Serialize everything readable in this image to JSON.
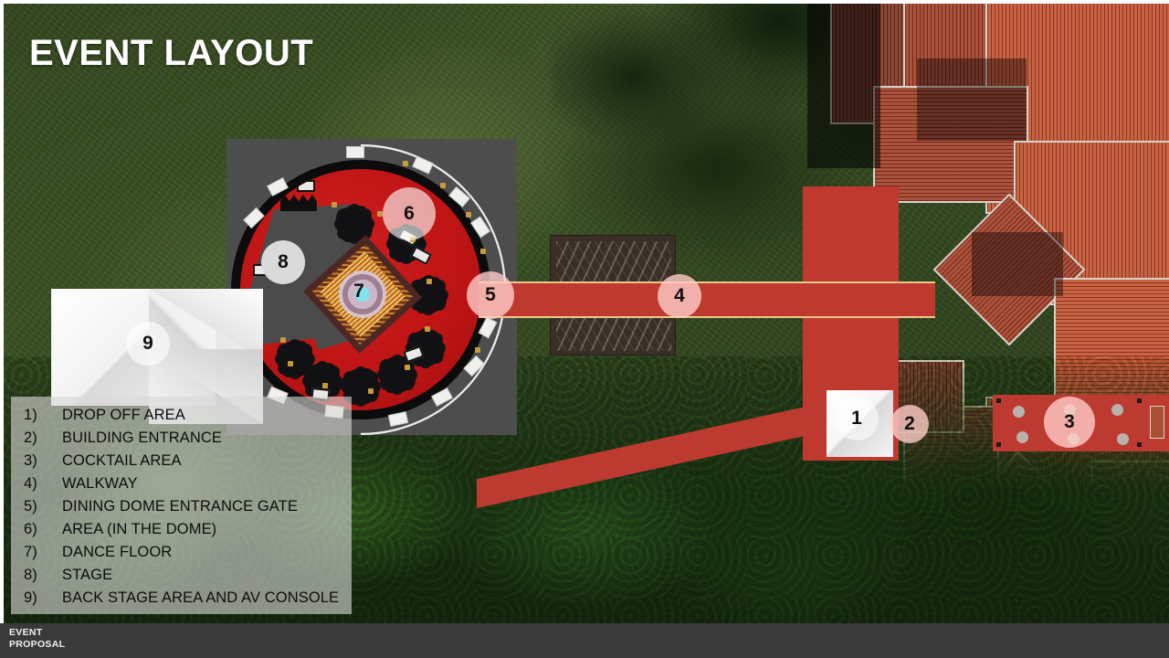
{
  "slide": {
    "title": "EVENT LAYOUT",
    "footer_line1": "EVENT",
    "footer_line2": "PROPOSAL"
  },
  "legend": {
    "items": [
      {
        "num": "1)",
        "label": "DROP OFF AREA"
      },
      {
        "num": "2)",
        "label": "BUILDING ENTRANCE"
      },
      {
        "num": "3)",
        "label": "COCKTAIL AREA"
      },
      {
        "num": "4)",
        "label": "WALKWAY"
      },
      {
        "num": "5)",
        "label": "DINING DOME ENTRANCE GATE"
      },
      {
        "num": "6)",
        "label": "AREA (IN THE DOME)"
      },
      {
        "num": "7)",
        "label": "DANCE FLOOR"
      },
      {
        "num": "8)",
        "label": "STAGE"
      },
      {
        "num": "9)",
        "label": "BACK STAGE AREA AND AV CONSOLE"
      }
    ]
  },
  "markers": {
    "m1": "1",
    "m2": "2",
    "m3": "3",
    "m4": "4",
    "m5": "5",
    "m6": "6",
    "m7": "7",
    "m8": "8",
    "m9": "9"
  },
  "colors": {
    "walkway_red": "#c0392f",
    "dome_red": "#bf1414",
    "marker_pink": "#ffcdc8",
    "marker_gray": "#dadada",
    "pool_water": "#2e93ab",
    "roof_terracotta": "#b8462c",
    "legend_panel": "#d8d8d6",
    "footer_bar": "#3a3a3a",
    "title_text": "#ffffff"
  }
}
